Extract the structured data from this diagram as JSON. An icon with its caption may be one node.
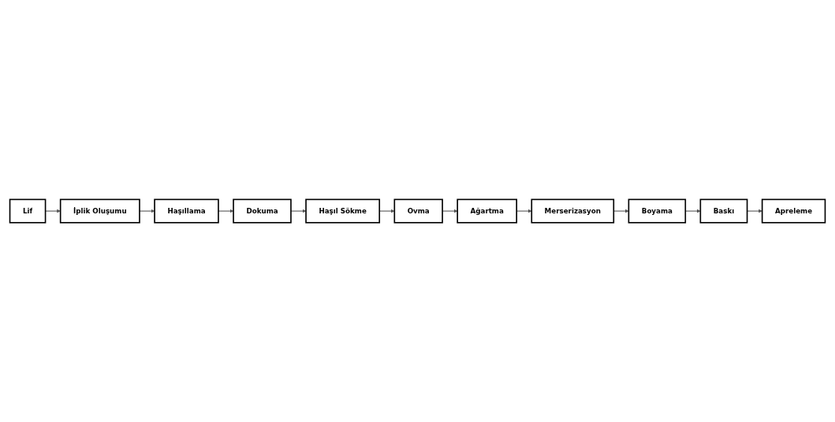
{
  "diagram": {
    "nodes": [
      {
        "text": [
          "Lif"
        ]
      },
      {
        "text": [
          "İplik Oluşumu"
        ]
      },
      {
        "text": [
          "Haşıllama"
        ]
      },
      {
        "text": [
          "Dokuma"
        ]
      },
      {
        "text": [
          "Haşıl Sökme"
        ]
      },
      {
        "text": [
          "Ovma"
        ]
      },
      {
        "text": [
          "Ağartma"
        ]
      },
      {
        "text": [
          "Merserizasyon"
        ]
      },
      {
        "text": [
          "Boyama"
        ]
      },
      {
        "text": [
          "Baskı"
        ]
      },
      {
        "text": [
          "Apreleme"
        ]
      }
    ],
    "edges": [
      {
        "from": 0,
        "to": 1,
        "arrow": "to"
      },
      {
        "from": 1,
        "to": 2,
        "arrow": "to"
      },
      {
        "from": 2,
        "to": 3,
        "arrow": "to"
      },
      {
        "from": 3,
        "to": 4,
        "arrow": "to"
      },
      {
        "from": 4,
        "to": 5,
        "arrow": "to"
      },
      {
        "from": 5,
        "to": 6,
        "arrow": "to"
      },
      {
        "from": 6,
        "to": 7,
        "arrow": "to"
      },
      {
        "from": 7,
        "to": 8,
        "arrow": "to"
      },
      {
        "from": 8,
        "to": 9,
        "arrow": "to"
      },
      {
        "from": 9,
        "to": 10,
        "arrow": "to"
      }
    ]
  }
}
